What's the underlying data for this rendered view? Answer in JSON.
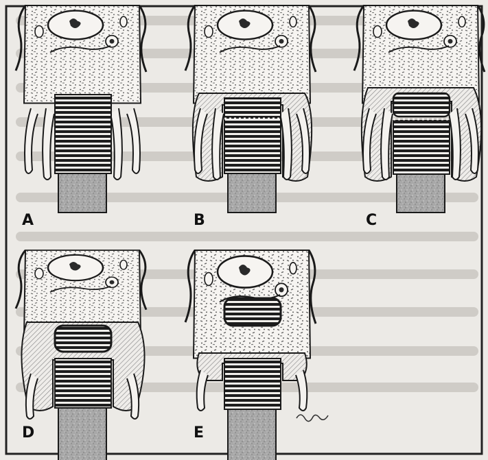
{
  "figure": {
    "panels": [
      {
        "id": "A",
        "label": "A"
      },
      {
        "id": "B",
        "label": "B"
      },
      {
        "id": "C",
        "label": "C"
      },
      {
        "id": "D",
        "label": "D"
      },
      {
        "id": "E",
        "label": "E"
      }
    ],
    "colors": {
      "ink": "#1a1a1a",
      "paper": "#f4f2ef",
      "frame": "#222222",
      "bleed_text": "#cfccc7",
      "cytoplasm_hatch": "#7a7a7a",
      "outer_segment_gray": "#9a9a9a"
    }
  }
}
